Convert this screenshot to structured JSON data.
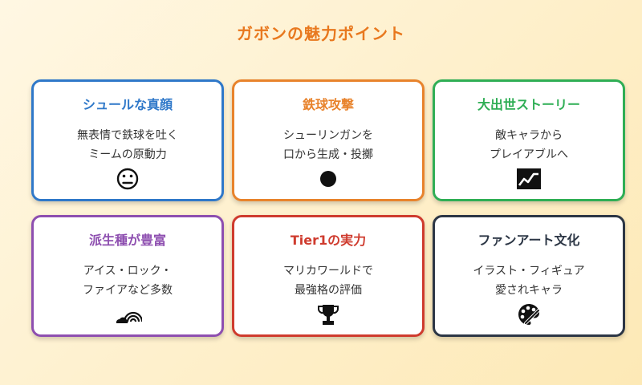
{
  "title": "ガボンの魅力ポイント",
  "cards": [
    {
      "title": "シュールな真顔",
      "desc": "無表情で鉄球を吐く\nミームの原動力",
      "icon": "neutral-face-icon",
      "color": "#2f78c9"
    },
    {
      "title": "鉄球攻撃",
      "desc": "シューリンガンを\n口から生成・投擲",
      "icon": "iron-ball-icon",
      "color": "#e8832c"
    },
    {
      "title": "大出世ストーリー",
      "desc": "敵キャラから\nプレイアブルへ",
      "icon": "trending-chart-icon",
      "color": "#2fae55"
    },
    {
      "title": "派生種が豊富",
      "desc": "アイス・ロック・\nファイアなど多数",
      "icon": "rainbow-cloud-icon",
      "color": "#8e4fb0"
    },
    {
      "title": "Tier1の実力",
      "desc": "マリカワールドで\n最強格の評価",
      "icon": "trophy-icon",
      "color": "#cf3b2e"
    },
    {
      "title": "ファンアート文化",
      "desc": "イラスト・フィギュア\n愛されキャラ",
      "icon": "palette-icon",
      "color": "#2c3645"
    }
  ]
}
